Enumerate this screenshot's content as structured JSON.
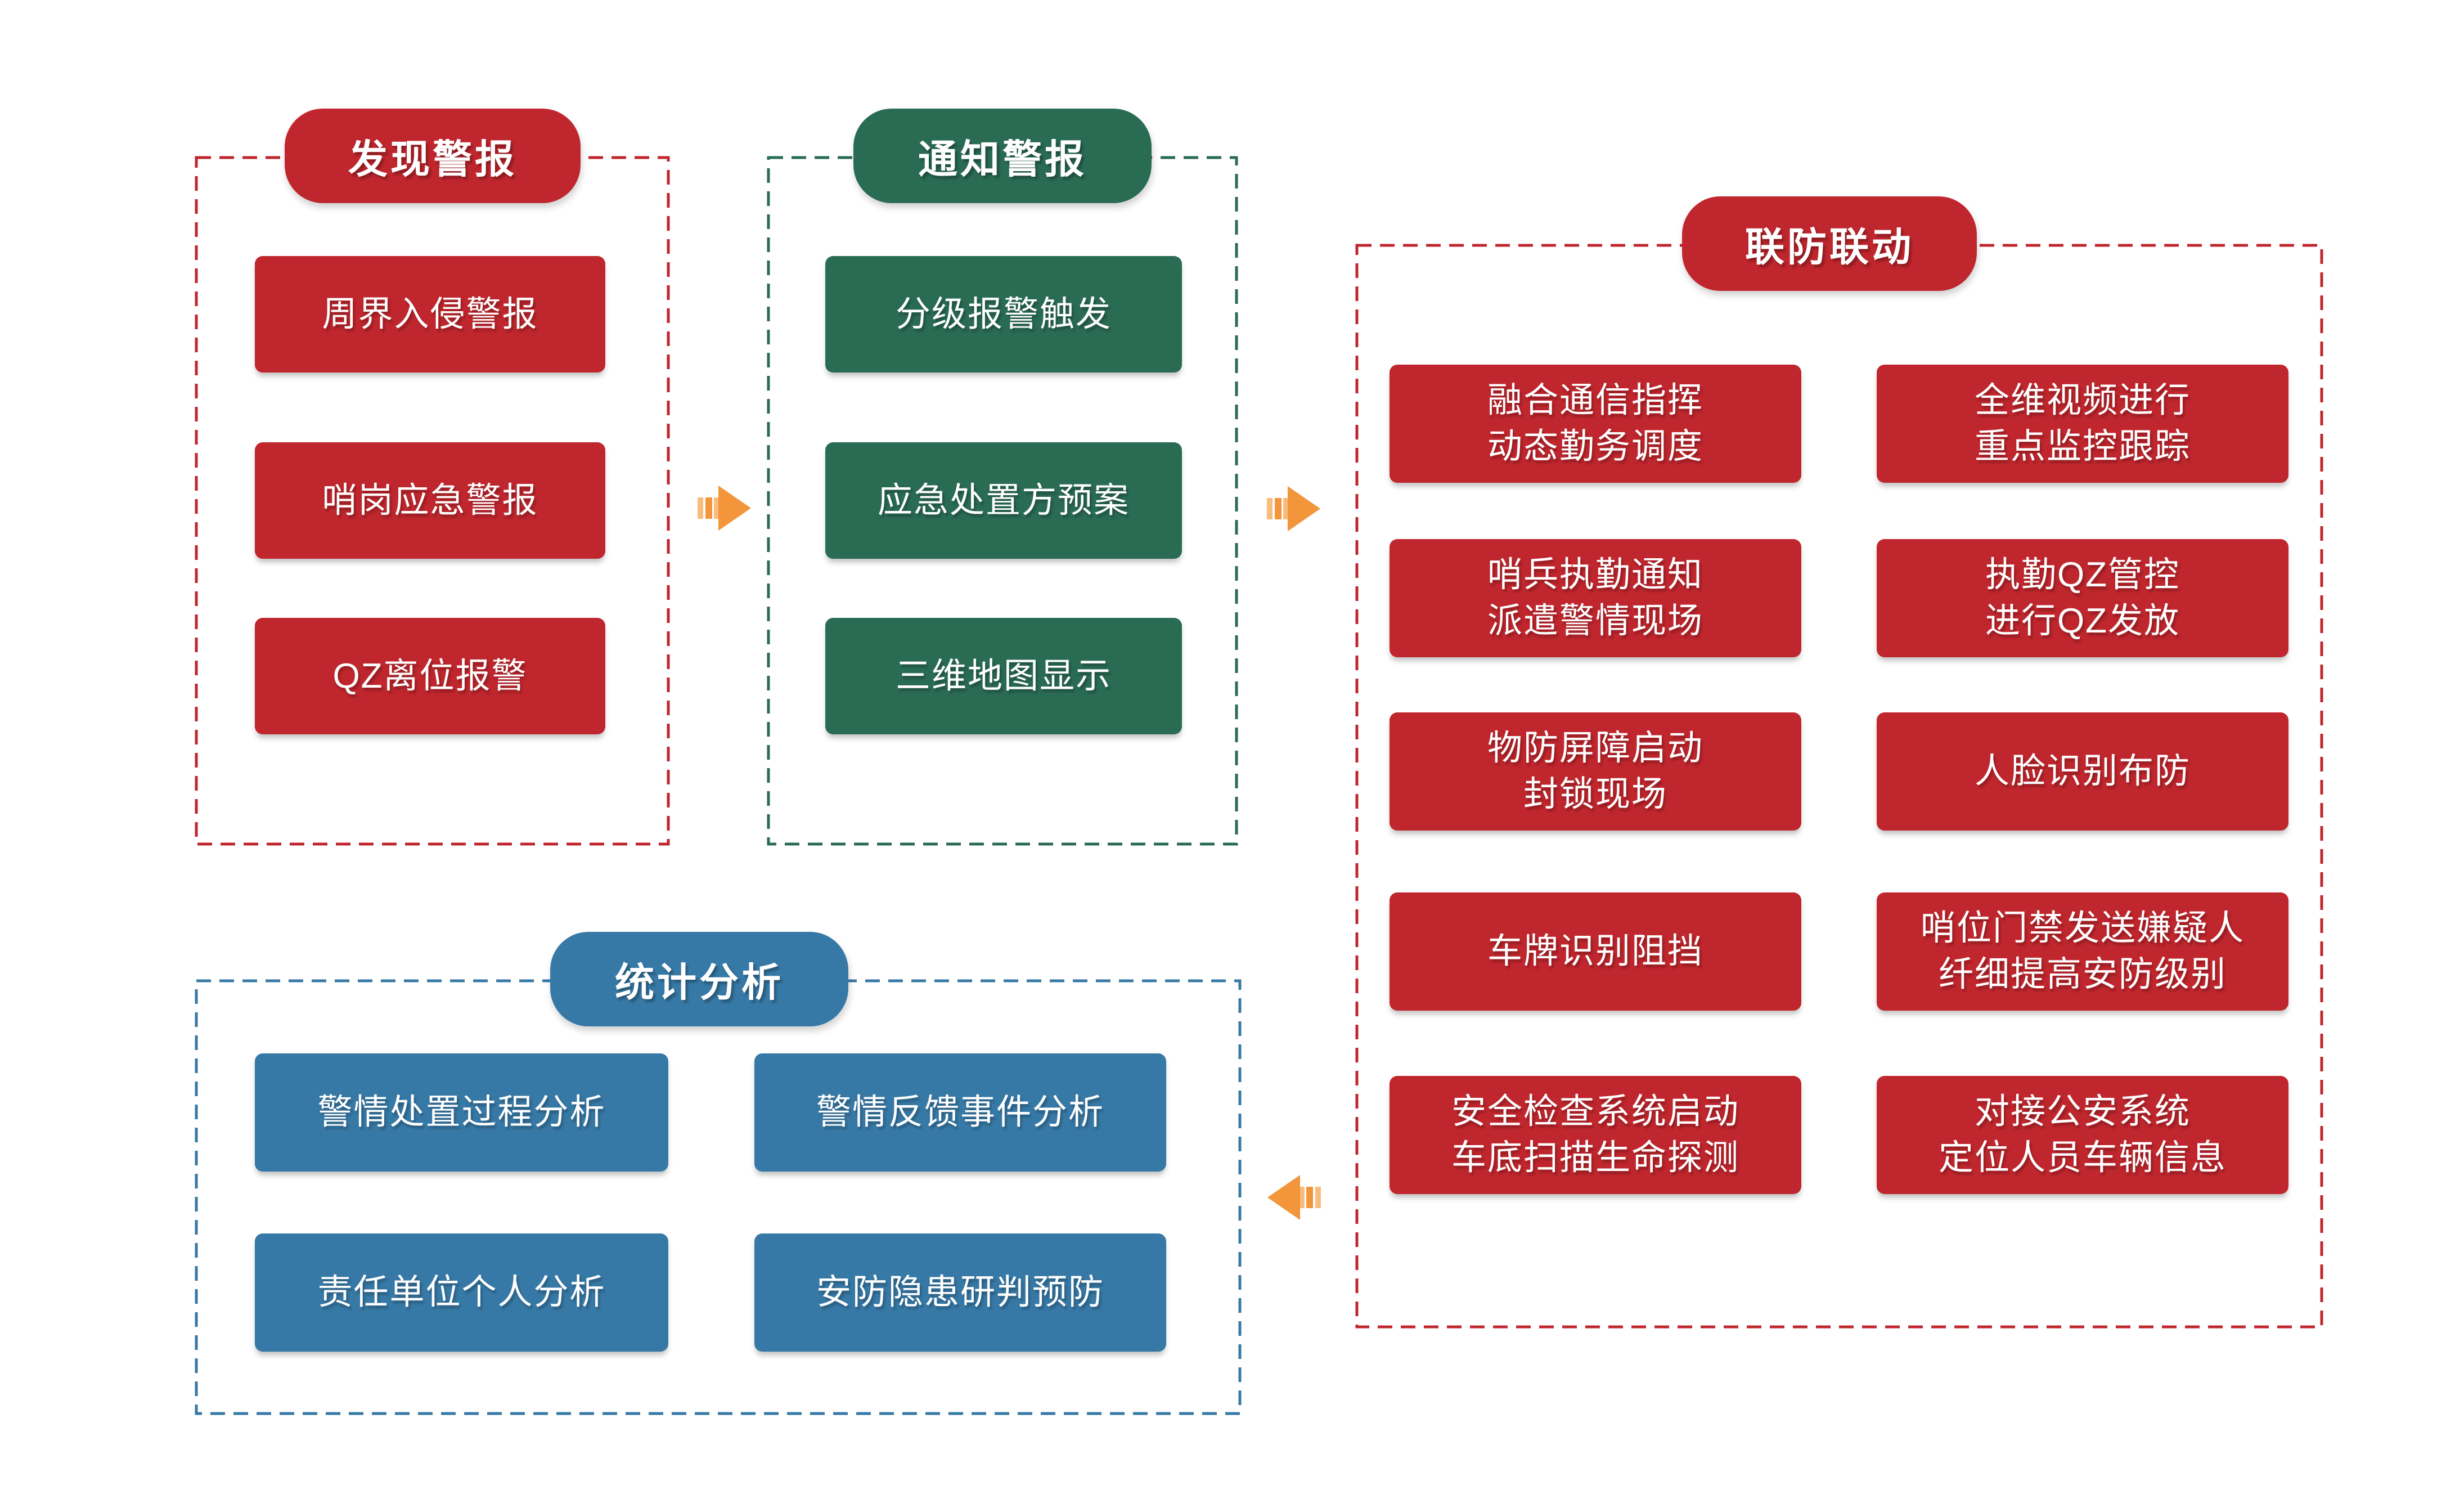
{
  "palette": {
    "red": "#c0262d",
    "green": "#2a6b54",
    "blue": "#3779a6",
    "orange": "#f2953b",
    "orange_light": "#f8bc7d",
    "background": "#ffffff",
    "text": "#ffffff"
  },
  "sections": {
    "discover": {
      "title": "发现警报",
      "items": [
        "周界入侵警报",
        "哨岗应急警报",
        "QZ离位报警"
      ]
    },
    "notify": {
      "title": "通知警报",
      "items": [
        "分级报警触发",
        "应急处置方预案",
        "三维地图显示"
      ]
    },
    "linkage": {
      "title": "联防联动",
      "rows": [
        {
          "left": {
            "l1": "融合通信指挥",
            "l2": "动态勤务调度"
          },
          "right": {
            "l1": "全维视频进行",
            "l2": "重点监控跟踪"
          }
        },
        {
          "left": {
            "l1": "哨兵执勤通知",
            "l2": "派遣警情现场"
          },
          "right": {
            "l1": "执勤QZ管控",
            "l2": "进行QZ发放"
          }
        },
        {
          "left": {
            "l1": "物防屏障启动",
            "l2": "封锁现场"
          },
          "right": {
            "l1": "人脸识别布防"
          }
        },
        {
          "left": {
            "l1": "车牌识别阻挡"
          },
          "right": {
            "l1": "哨位门禁发送嫌疑人",
            "l2": "纤细提高安防级别"
          }
        },
        {
          "left": {
            "l1": "安全检查系统启动",
            "l2": "车底扫描生命探测"
          },
          "right": {
            "l1": "对接公安系统",
            "l2": "定位人员车辆信息"
          }
        }
      ]
    },
    "stats": {
      "title": "统计分析",
      "rows": [
        {
          "left": "警情处置过程分析",
          "right": "警情反馈事件分析"
        },
        {
          "left": "责任单位个人分析",
          "right": "安防隐患研判预防"
        }
      ]
    }
  },
  "arrows": [
    {
      "id": "arrow-discover-to-notify",
      "direction": "right"
    },
    {
      "id": "arrow-notify-to-linkage",
      "direction": "right"
    },
    {
      "id": "arrow-linkage-to-stats",
      "direction": "left"
    }
  ]
}
